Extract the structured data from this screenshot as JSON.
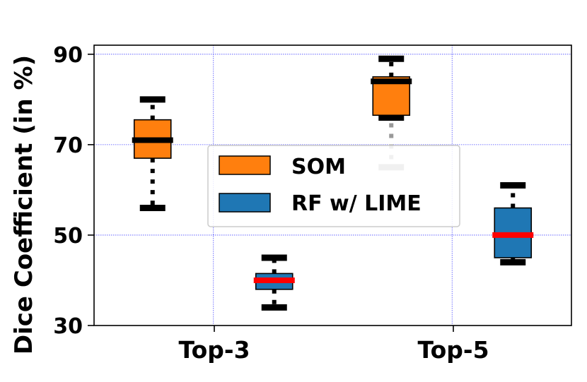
{
  "chart_data": {
    "type": "boxplot",
    "title": "",
    "xlabel": "",
    "ylabel": "Dice Coefficient (in %)",
    "ylim": [
      30,
      92
    ],
    "yticks": [
      30,
      50,
      70,
      90
    ],
    "categories": [
      "Top-3",
      "Top-5"
    ],
    "grid": true,
    "legend_position": "center",
    "series": [
      {
        "name": "SOM",
        "color": "#ff7f0e",
        "median_color": "#000000",
        "whisker_color": "#000000",
        "boxes": [
          {
            "category": "Top-3",
            "whisker_low": 56,
            "q1": 67,
            "median": 71,
            "q3": 75.5,
            "whisker_high": 80,
            "outliers": []
          },
          {
            "category": "Top-5",
            "whisker_low": 76,
            "q1": 76.5,
            "median": 84,
            "q3": 85,
            "whisker_high": 89,
            "outliers": [
              65
            ]
          }
        ]
      },
      {
        "name": "RF w/ LIME",
        "color": "#1f77b4",
        "median_color": "#ff0000",
        "whisker_color": "#000000",
        "boxes": [
          {
            "category": "Top-3",
            "whisker_low": 34,
            "q1": 38,
            "median": 40,
            "q3": 41.5,
            "whisker_high": 45,
            "outliers": []
          },
          {
            "category": "Top-5",
            "whisker_low": 44,
            "q1": 45,
            "median": 50,
            "q3": 56,
            "whisker_high": 61,
            "outliers": []
          }
        ]
      }
    ]
  }
}
